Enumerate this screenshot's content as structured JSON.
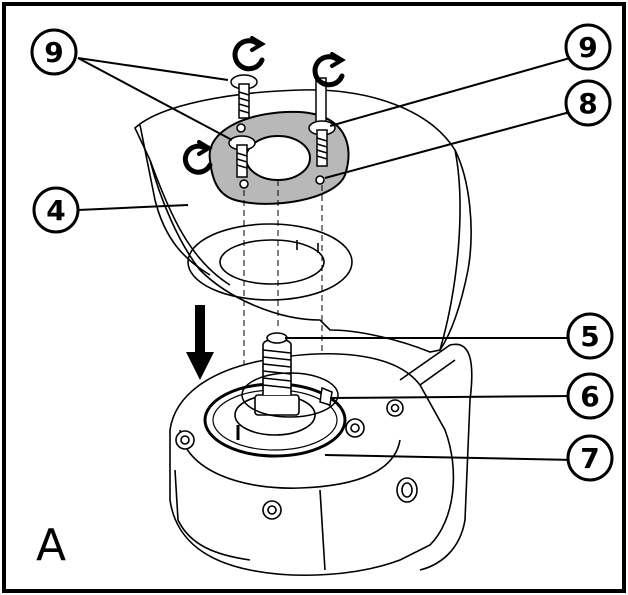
{
  "figure": {
    "panel_label": "A",
    "callouts": {
      "screws_left": "9",
      "screws_right": "9",
      "clamp_plate": "8",
      "guard": "4",
      "spindle": "5",
      "gear_ring": "6",
      "housing_flange": "7"
    },
    "icons": [
      "rotate-ccw-arrow-icon",
      "down-arrow-icon"
    ],
    "colors": {
      "line": "#000000",
      "plate_fill": "#b8b8b8",
      "background": "#ffffff"
    }
  }
}
